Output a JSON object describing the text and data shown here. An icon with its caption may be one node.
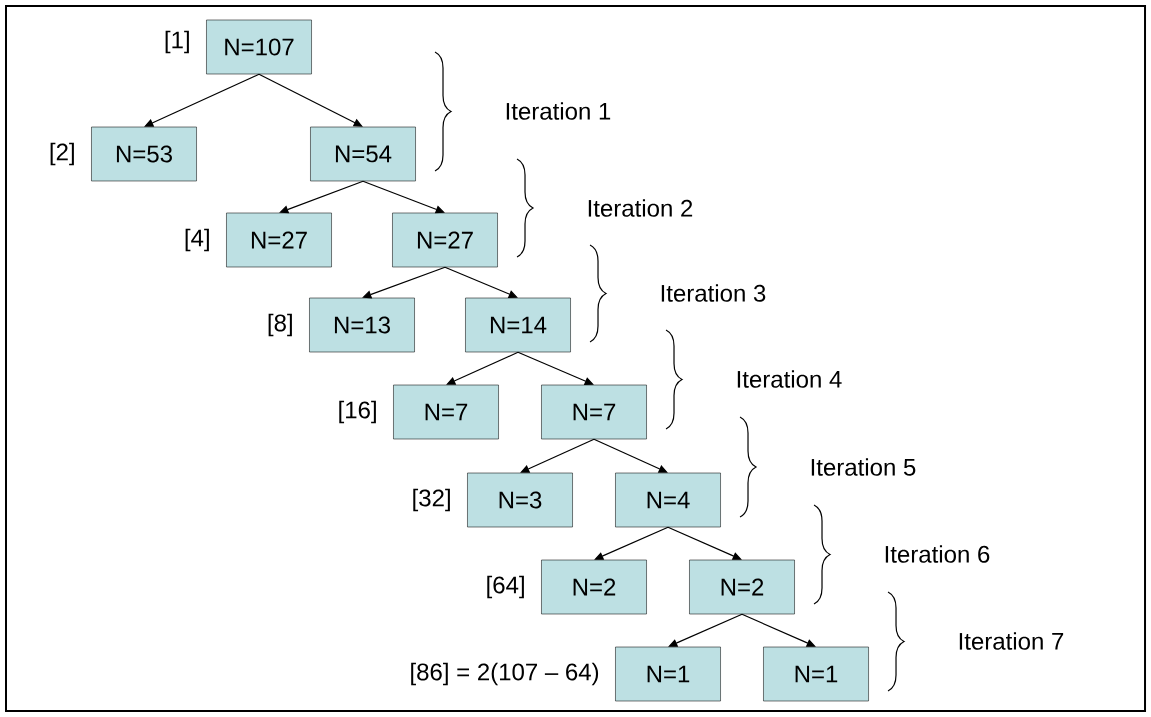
{
  "diagram": {
    "nodes": [
      {
        "text": [
          "N=107"
        ],
        "beside": [
          "[1]"
        ]
      },
      {
        "text": [
          "N=53"
        ],
        "beside": [
          "[2]"
        ]
      },
      {
        "text": [
          "N=54"
        ]
      },
      {
        "text": [
          "N=27"
        ],
        "beside": [
          "[4]"
        ]
      },
      {
        "text": [
          "N=27"
        ]
      },
      {
        "text": [
          "N=13"
        ],
        "beside": [
          "[8]"
        ]
      },
      {
        "text": [
          "N=14"
        ]
      },
      {
        "text": [
          "N=7"
        ],
        "beside": [
          "[16]"
        ]
      },
      {
        "text": [
          "N=7"
        ]
      },
      {
        "text": [
          "N=3"
        ],
        "beside": [
          "[32]"
        ]
      },
      {
        "text": [
          "N=4"
        ]
      },
      {
        "text": [
          "N=2"
        ],
        "beside": [
          "[64]"
        ]
      },
      {
        "text": [
          "N=2"
        ]
      },
      {
        "text": [
          "N=1"
        ],
        "beside": [
          "[86] = 2(107 – 64)"
        ]
      },
      {
        "text": [
          "N=1"
        ]
      }
    ],
    "edges": [
      {
        "from": 0,
        "to": 1,
        "arrow": "to"
      },
      {
        "from": 0,
        "to": 2,
        "arrow": "to"
      },
      {
        "from": 2,
        "to": 3,
        "arrow": "to"
      },
      {
        "from": 2,
        "to": 4,
        "arrow": "to"
      },
      {
        "from": 4,
        "to": 5,
        "arrow": "to"
      },
      {
        "from": 4,
        "to": 6,
        "arrow": "to"
      },
      {
        "from": 6,
        "to": 7,
        "arrow": "to"
      },
      {
        "from": 6,
        "to": 8,
        "arrow": "to"
      },
      {
        "from": 8,
        "to": 9,
        "arrow": "to"
      },
      {
        "from": 8,
        "to": 10,
        "arrow": "to"
      },
      {
        "from": 10,
        "to": 11,
        "arrow": "to"
      },
      {
        "from": 10,
        "to": 12,
        "arrow": "to"
      },
      {
        "from": 12,
        "to": 13,
        "arrow": "to"
      },
      {
        "from": 12,
        "to": 14,
        "arrow": "to"
      }
    ],
    "labels": [
      "Iteration 1",
      "Iteration 2",
      "Iteration 3",
      "Iteration 4",
      "Iteration 5",
      "Iteration 6",
      "Iteration 7"
    ]
  }
}
